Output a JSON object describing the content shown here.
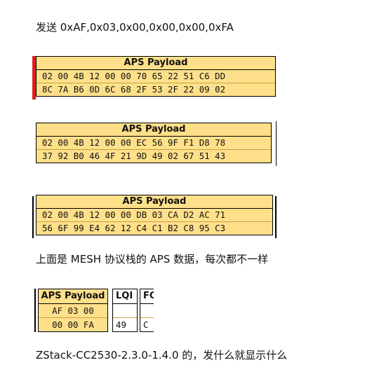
{
  "send_line": "发送 0xAF,0x03,0x00,0x00,0x00,0xFA",
  "payload_header": "APS Payload",
  "payloads": [
    {
      "row1": "02 00 4B 12 00 00 70 65 22 51 C6 DD",
      "row2": "8C 7A B6 0D 6C 68 2F 53 2F 22 09 02"
    },
    {
      "row1": "02 00 4B 12 00 00 EC 56 9F F1 D8 78",
      "row2": "37 92 B0 46 4F 21 9D 49 02 67 51 43"
    },
    {
      "row1": "02 00 4B 12 00 00 DB 03 CA D2 AC 71",
      "row2": "56 6F 99 E4 62 12 C4 C1 B2 C8 95 C3"
    }
  ],
  "mesh_note": "上面是 MESH 协议栈的 APS 数据，每次都不一样",
  "small_table": {
    "payload_header": "APS Payload",
    "payload_row1": "AF 03 00",
    "payload_row2": "00 00 FA",
    "lqi_header": "LQI",
    "lqi_value": "49",
    "fc_header": "FC",
    "fc_value": "C"
  },
  "footer_line": "ZStack-CC2530-2.3.0-1.4.0 的，发什么就显示什么",
  "colors": {
    "payload_bg": "#ffe08a",
    "selection_bar": "#e11d1d"
  }
}
